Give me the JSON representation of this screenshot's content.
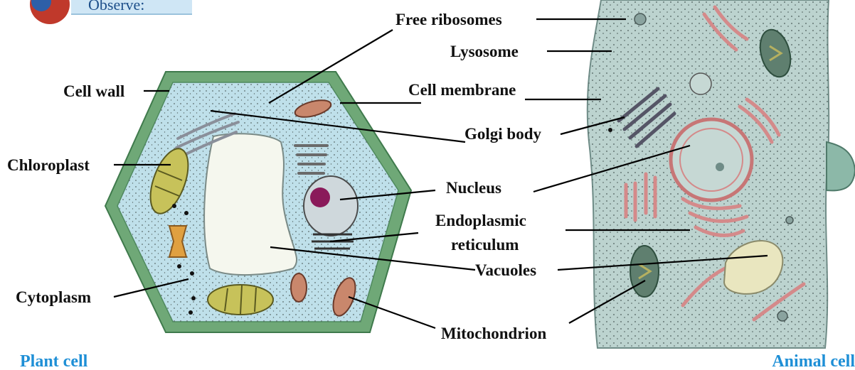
{
  "badge": {
    "text": "Observe:"
  },
  "labels": {
    "free_ribosomes": "Free ribosomes",
    "lysosome": "Lysosome",
    "cell_wall": "Cell wall",
    "cell_membrane": "Cell membrane",
    "golgi_body": "Golgi body",
    "chloroplast": "Chloroplast",
    "nucleus": "Nucleus",
    "endoplasmic_1": "Endoplasmic",
    "endoplasmic_2": "reticulum",
    "vacuoles": "Vacuoles",
    "cytoplasm": "Cytoplasm",
    "mitochondrion": "Mitochondrion"
  },
  "captions": {
    "plant": "Plant cell",
    "animal": "Animal cell"
  },
  "colors": {
    "caption": "#1e8fd6",
    "plant_wall": "#6fa877",
    "plant_cytoplasm": "#bfe0ea",
    "vacuole": "#f5f7ee",
    "animal_cytoplasm": "#bcd3cf",
    "er_red": "#d48a8a",
    "chloroplast": "#c7c25a",
    "mitochondrion": "#c9876c",
    "badge_bg": "#cfe6f5"
  }
}
